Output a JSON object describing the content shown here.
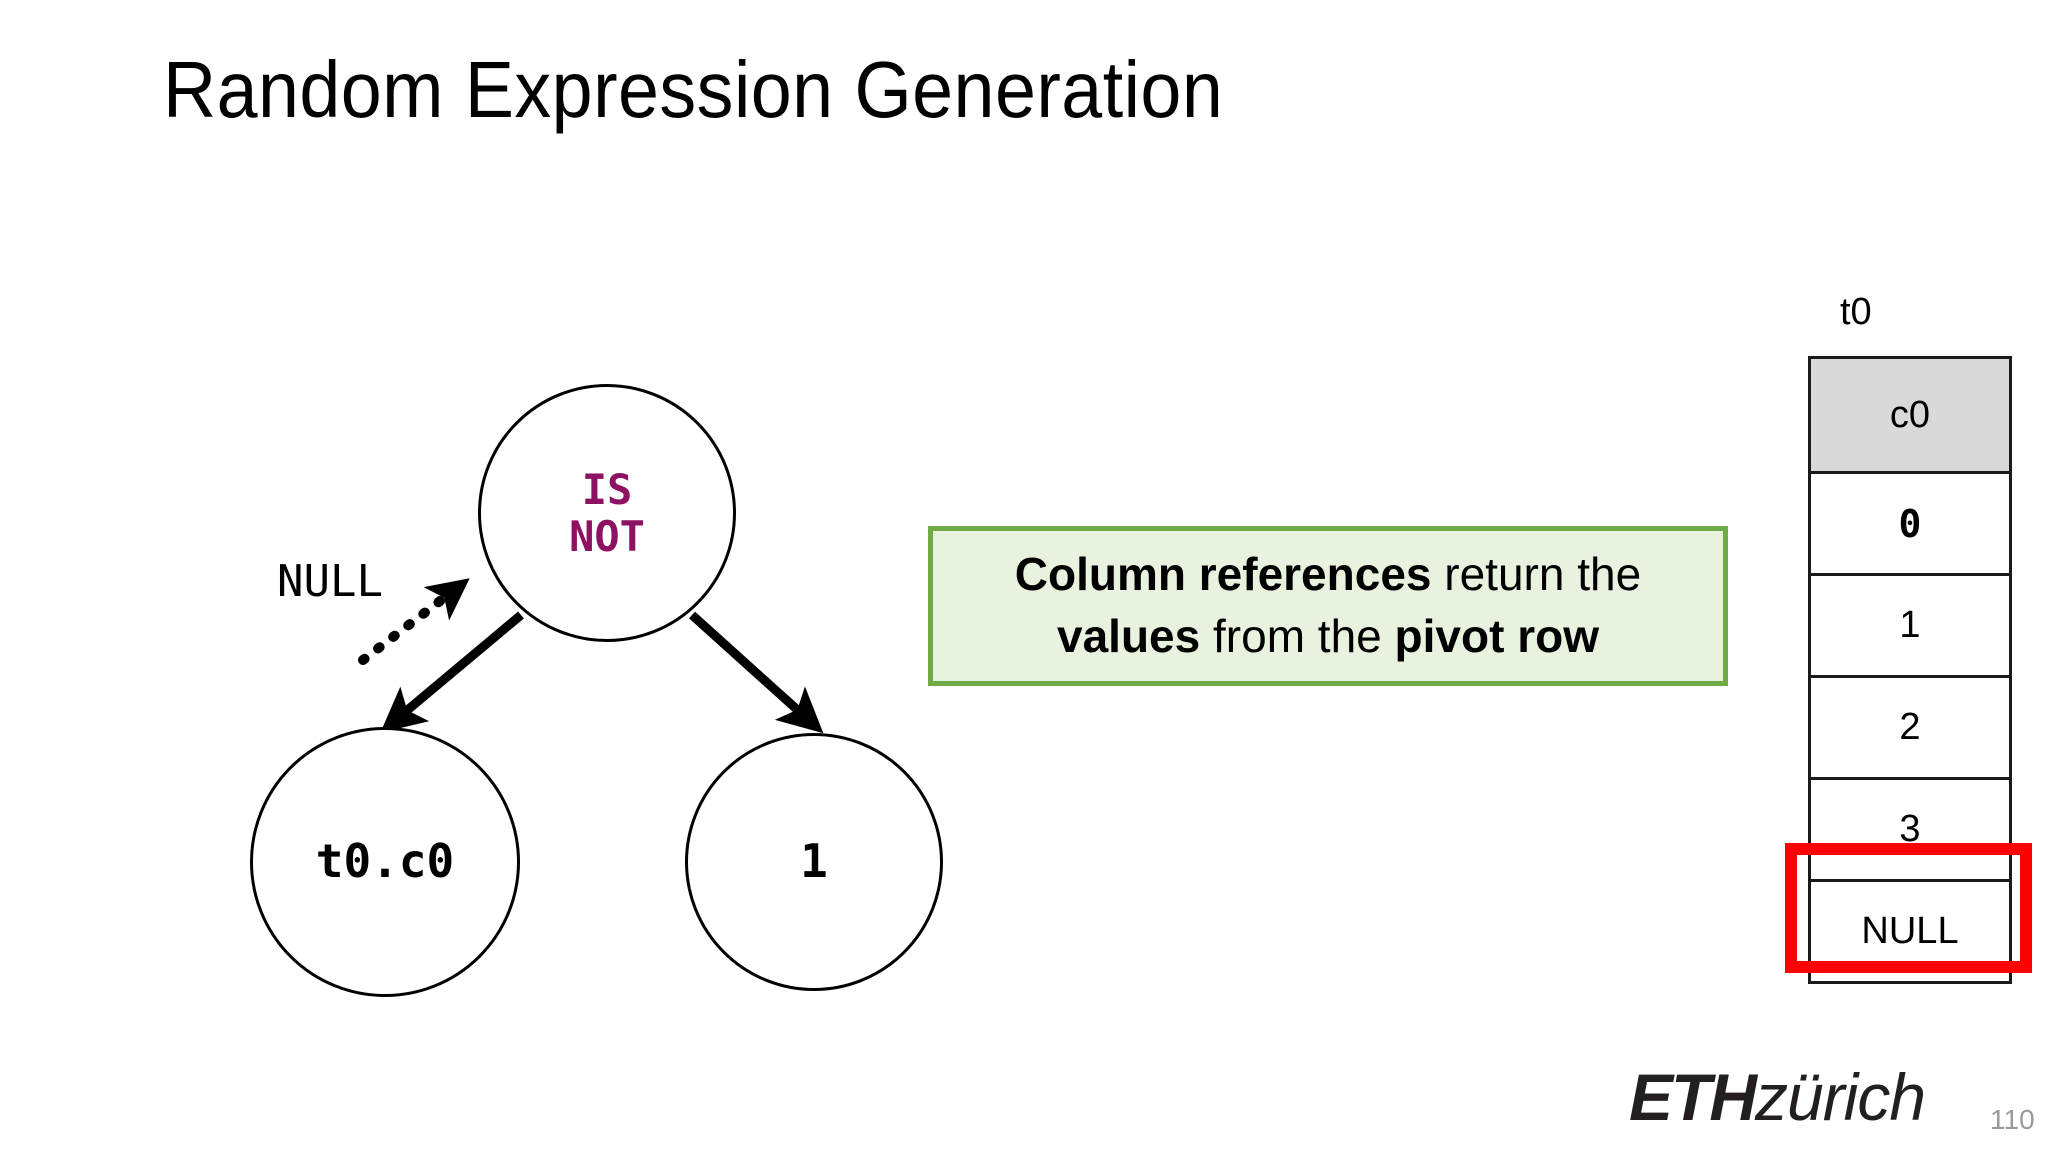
{
  "slide": {
    "title": "Random Expression Generation",
    "page_number": "110",
    "background_color": "#FFFFFF"
  },
  "tree": {
    "nodes": [
      {
        "id": "root",
        "label_line1": "IS",
        "label_line2": "NOT",
        "color": "#8E1162"
      },
      {
        "id": "left",
        "label": "t0.c0",
        "color": "#000000"
      },
      {
        "id": "right",
        "label": "1",
        "color": "#000000"
      }
    ],
    "annotation": {
      "label": "NULL",
      "arrow_style": "dotted",
      "arrow_points_to": "left-edge"
    },
    "edge_color": "#000000"
  },
  "callout": {
    "line1_bold": "Column references",
    "line1_rest": " return the",
    "line2_bold_a": "values",
    "line2_mid": " from the ",
    "line2_bold_b": "pivot row",
    "border_color": "#6FAC46",
    "fill_color": "#E9F1DF"
  },
  "table": {
    "name": "t0",
    "columns": [
      "c0"
    ],
    "rows": [
      {
        "value": "0",
        "mono": true,
        "highlighted": false
      },
      {
        "value": "1",
        "mono": false,
        "highlighted": false
      },
      {
        "value": "2",
        "mono": false,
        "highlighted": false
      },
      {
        "value": "3",
        "mono": false,
        "highlighted": false
      },
      {
        "value": "NULL",
        "mono": false,
        "highlighted": true
      }
    ],
    "header_fill": "#D9D9D9",
    "highlight_color": "#FF0000"
  },
  "footer": {
    "logo_mark": "ETH",
    "logo_city": "zürich"
  }
}
